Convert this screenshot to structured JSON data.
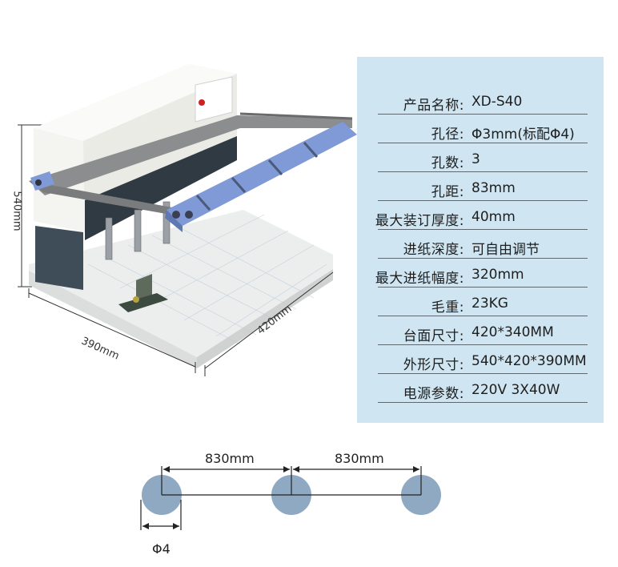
{
  "dimensions": {
    "height": "540mm",
    "width": "390mm",
    "depth": "420mm"
  },
  "specs": [
    {
      "label": "产品名称:",
      "value": "XD-S40"
    },
    {
      "label": "孔径:",
      "value": "Φ3mm(标配Φ4)"
    },
    {
      "label": "孔数:",
      "value": "3"
    },
    {
      "label": "孔距:",
      "value": "83mm"
    },
    {
      "label": "最大装订厚度:",
      "value": "40mm"
    },
    {
      "label": "进纸深度:",
      "value": "可自由调节"
    },
    {
      "label": "最大进纸幅度:",
      "value": "320mm"
    },
    {
      "label": "毛重:",
      "value": "23KG"
    },
    {
      "label": "台面尺寸:",
      "value": "420*340MM"
    },
    {
      "label": "外形尺寸:",
      "value": "540*420*390MM"
    },
    {
      "label": "电源参数:",
      "value": "220V 3X40W"
    }
  ],
  "hole_diagram": {
    "spacing_1": "830mm",
    "spacing_2": "830mm",
    "diameter": "Φ4",
    "hole_color": "#8fa9c2"
  },
  "colors": {
    "panel_bg": "#cfe5f1",
    "handle_blue": "#7f9ad6",
    "base_white": "#f2f2f2"
  }
}
